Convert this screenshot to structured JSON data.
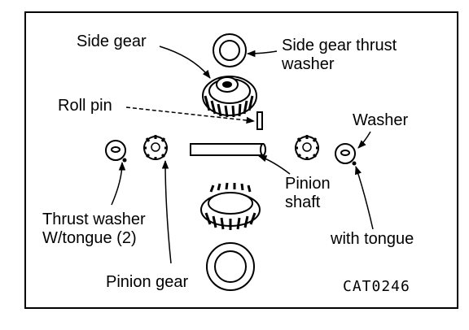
{
  "diagram": {
    "labels": {
      "side_gear": "Side gear",
      "side_gear_thrust_washer_line1": "Side gear thrust",
      "side_gear_thrust_washer_line2": "washer",
      "roll_pin": "Roll pin",
      "washer": "Washer",
      "pinion_shaft_line1": "Pinion",
      "pinion_shaft_line2": "shaft",
      "thrust_washer_line1": "Thrust washer",
      "thrust_washer_line2": "W/tongue (2)",
      "with_tongue": "with tongue",
      "pinion_gear": "Pinion gear"
    },
    "figure_code": "CAT0246",
    "colors": {
      "ink": "#000000",
      "paper": "#ffffff"
    }
  }
}
